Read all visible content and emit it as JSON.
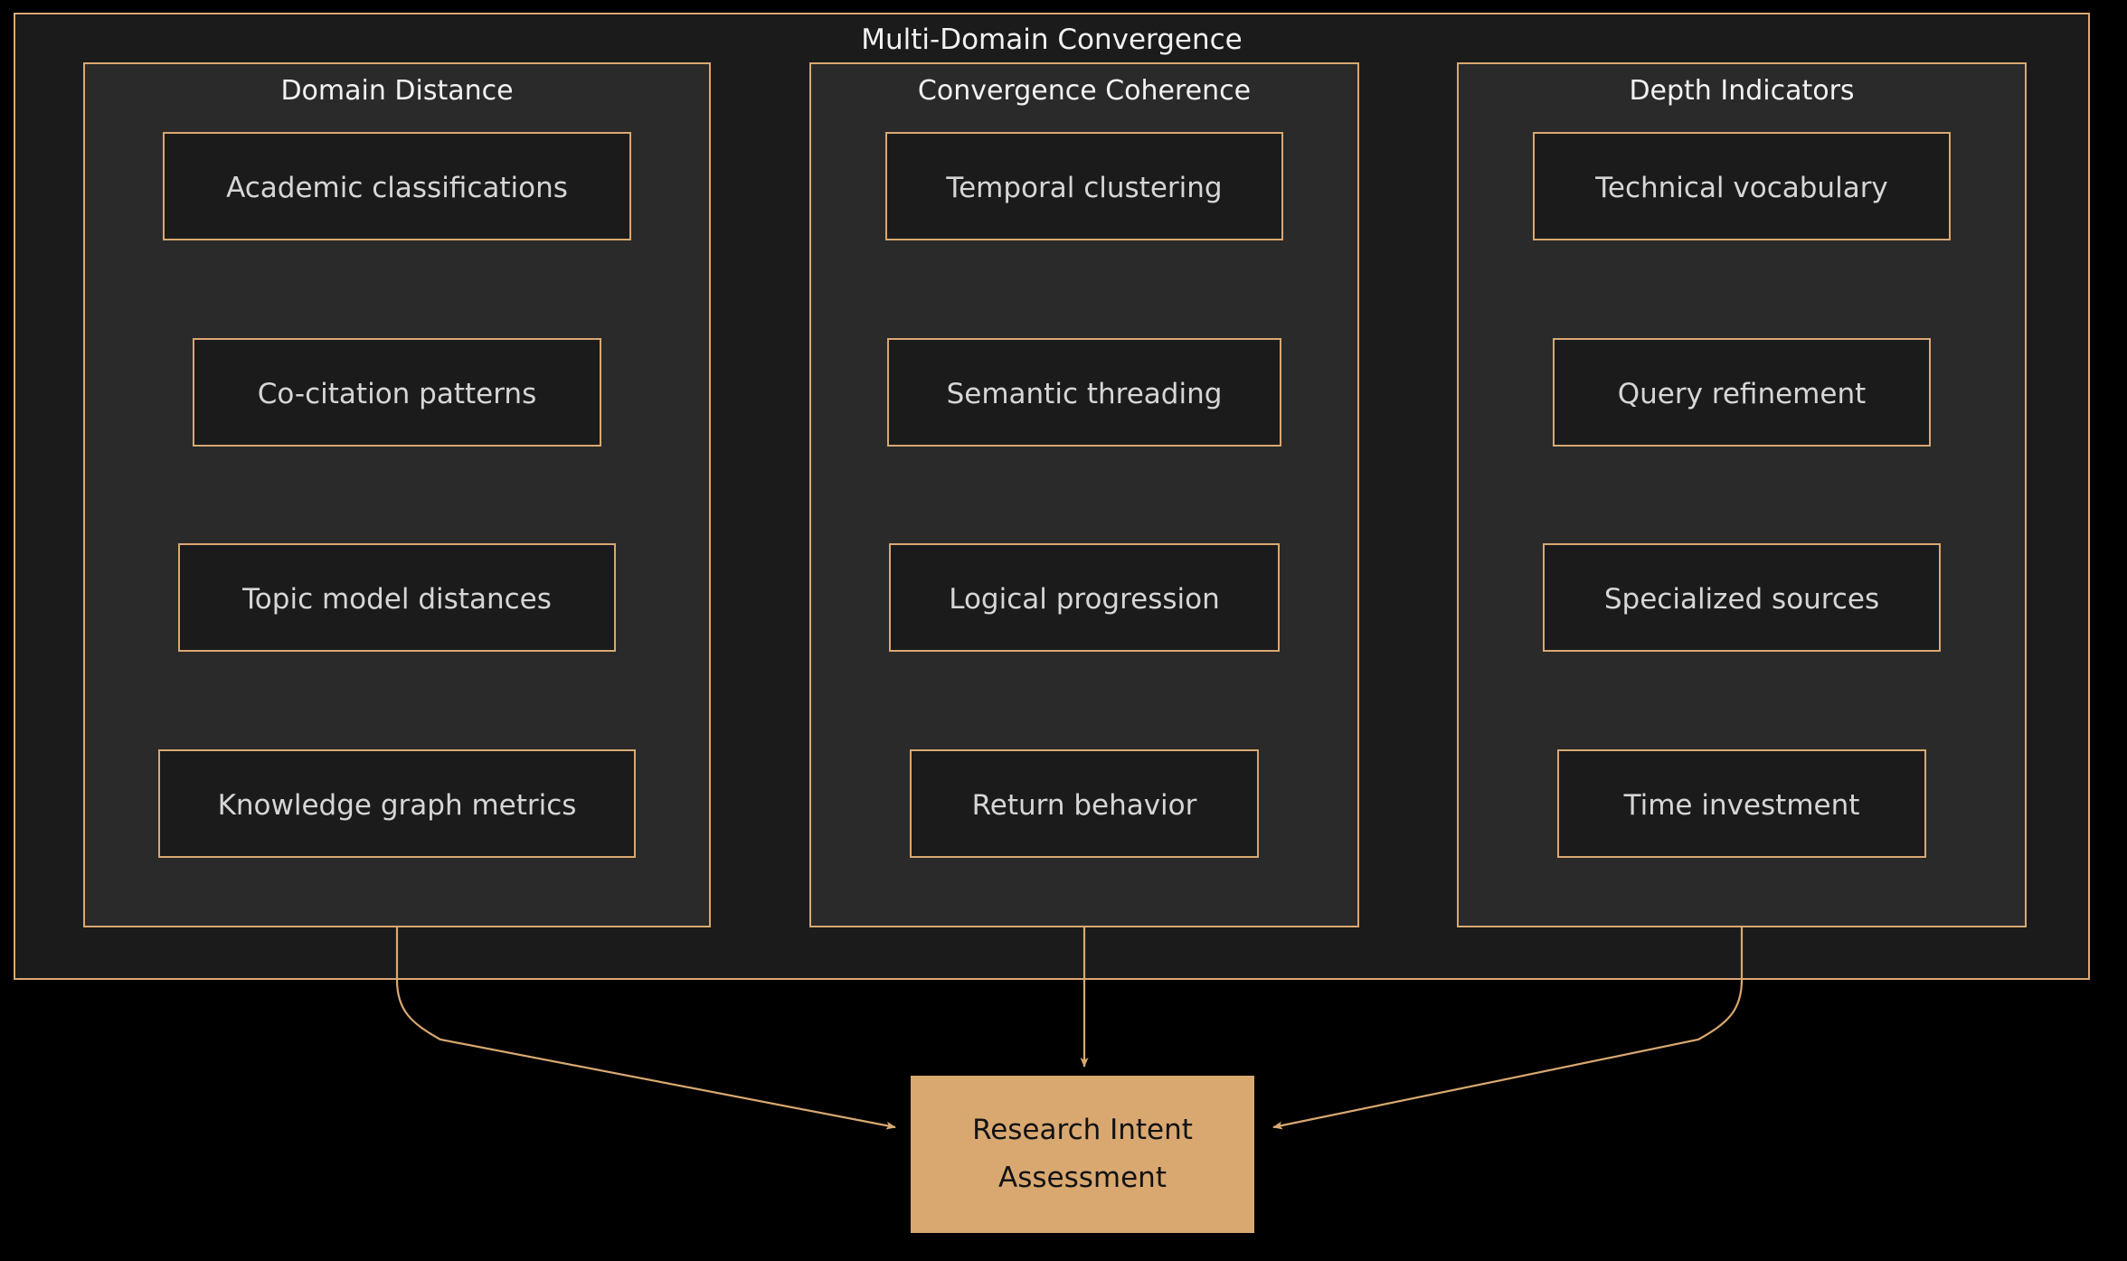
{
  "diagram": {
    "type": "flowchart",
    "direction": "top-to-bottom",
    "theme": {
      "page_background": "#000000",
      "outer_cluster_fill": "#1b1b1b",
      "sub_cluster_fill": "#2a2a2a",
      "leaf_node_fill": "#1b1b1b",
      "border_accent": "#d9a871",
      "target_node_fill": "#d9a871",
      "title_text": "#f2f2f2",
      "leaf_text": "#d6d6d6",
      "target_text": "#121212",
      "edge_stroke": "#d9a871"
    },
    "outer_cluster": {
      "title": "Multi-Domain Convergence"
    },
    "clusters": [
      {
        "id": "domain-distance",
        "title": "Domain Distance",
        "nodes": [
          {
            "id": "academic-classifications",
            "label": "Academic classifications"
          },
          {
            "id": "co-citation-patterns",
            "label": "Co-citation patterns"
          },
          {
            "id": "topic-model-distances",
            "label": "Topic model distances"
          },
          {
            "id": "knowledge-graph-metrics",
            "label": "Knowledge graph metrics"
          }
        ]
      },
      {
        "id": "convergence-coherence",
        "title": "Convergence Coherence",
        "nodes": [
          {
            "id": "temporal-clustering",
            "label": "Temporal clustering"
          },
          {
            "id": "semantic-threading",
            "label": "Semantic threading"
          },
          {
            "id": "logical-progression",
            "label": "Logical progression"
          },
          {
            "id": "return-behavior",
            "label": "Return behavior"
          }
        ]
      },
      {
        "id": "depth-indicators",
        "title": "Depth Indicators",
        "nodes": [
          {
            "id": "technical-vocabulary",
            "label": "Technical vocabulary"
          },
          {
            "id": "query-refinement",
            "label": "Query refinement"
          },
          {
            "id": "specialized-sources",
            "label": "Specialized sources"
          },
          {
            "id": "time-investment",
            "label": "Time investment"
          }
        ]
      }
    ],
    "target_node": {
      "id": "research-intent-assessment",
      "line1": "Research Intent",
      "line2": "Assessment"
    },
    "edges": [
      {
        "from": "domain-distance",
        "to": "research-intent-assessment",
        "style": "curved-arrow"
      },
      {
        "from": "convergence-coherence",
        "to": "research-intent-assessment",
        "style": "straight-arrow"
      },
      {
        "from": "depth-indicators",
        "to": "research-intent-assessment",
        "style": "curved-arrow"
      }
    ]
  }
}
